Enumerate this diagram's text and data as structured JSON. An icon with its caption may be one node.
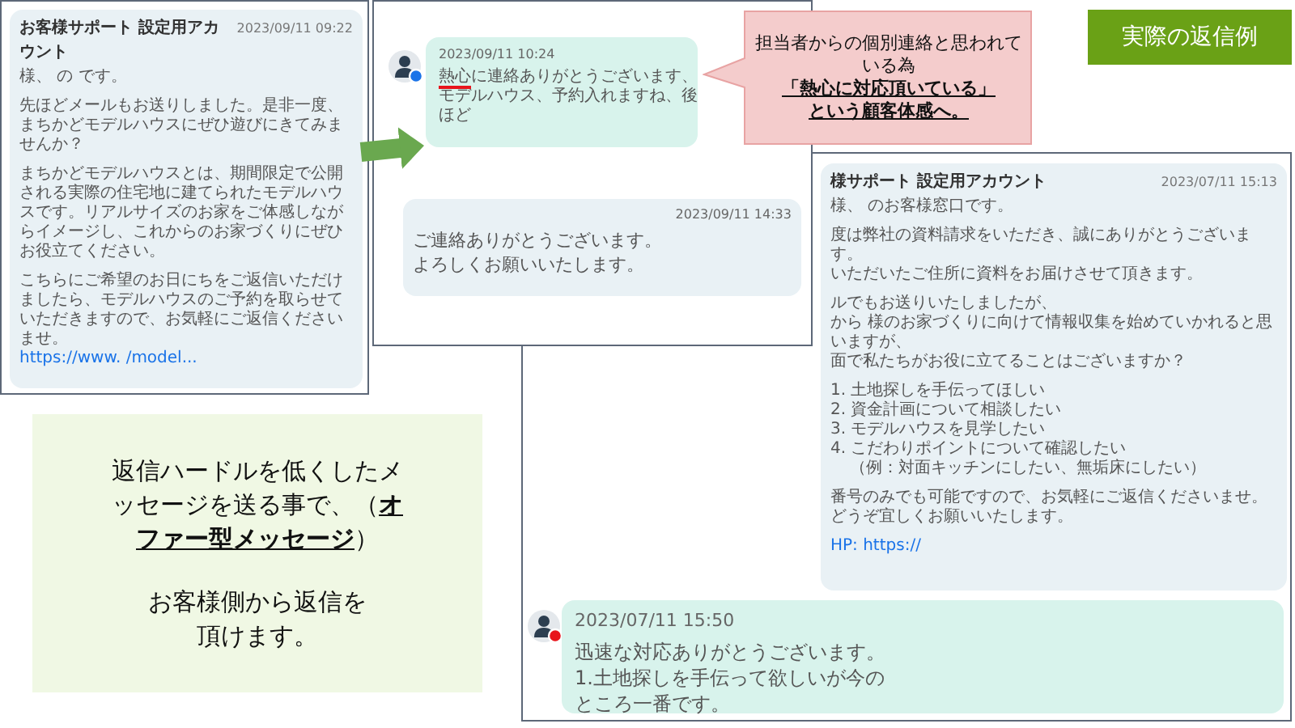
{
  "diagram": {
    "nodes": [
      {
        "text": [],
        "shape": "box"
      },
      {
        "text": [
          "お客様サポート 設定用アカウント",
          "2023/09/11 09:22",
          "様、 の です。",
          "先ほどメールもお送りしました。是非一度、まちかどモデルハウスにぜひ遊びにきてみませんか？",
          "まちかどモデルハウスとは、期間限定で公開される実際の住宅地に建てられたモデルハウスです。リアルサイズのお家をご体感しながらイメージし、これからのお家づくりにぜひお役立てください。",
          "こちらにご希望のお日にちをご返信いただけましたら、モデルハウスのご予約を取らせていただきますので、お気軽にご返信くださいませ。",
          "https://www. /model..."
        ],
        "in": 0
      },
      {
        "text": [],
        "shape": "box"
      },
      {
        "text": [
          "2023/09/11 10:24",
          "熱心に連絡ありがとうございます、モデルハウス、予約入れますね、後ほど"
        ],
        "in": 2
      },
      {
        "text": [
          "2023/09/11 14:33",
          "ご連絡ありがとうございます。よろしくお願いいたします。"
        ],
        "in": 2
      },
      {
        "text": [
          "担当者からの個別連絡と思われている為",
          "「熱心に対応頂いている」という顧客体感へ。"
        ]
      },
      {
        "text": [
          "実際の返信例"
        ]
      },
      {
        "text": [],
        "shape": "box"
      },
      {
        "text": [
          "様サポート 設定用アカウント",
          "2023/07/11 15:13",
          "様、 のお客様窓口です。",
          "度は弊社の資料請求をいただき、誠にありがとうございます。",
          "いただいたご住所に資料をお届けさせて頂きます。",
          "ルでもお送りいたしましたが、",
          "から 様のお家づくりに向けて情報収集を始めていかれると思いますが、",
          "面で私たちがお役に立てることはございますか？",
          "1. 土地探しを手伝ってほしい",
          "2. 資金計画について相談したい",
          "3. モデルハウスを見学したい",
          "4. こだわりポイントについて確認したい",
          "（例：対面キッチンにしたい、無垢床にしたい）",
          "番号のみでも可能ですので、お気軽にご返信くださいませ。",
          "どうぞ宜しくお願いいたします。",
          "HP: https://"
        ],
        "in": 7
      },
      {
        "text": [
          "2023/07/11 15:50",
          "迅速な対応ありがとうございます。1.土地探しを手伝って欲しいが今のところ一番です。"
        ],
        "in": 7
      },
      {
        "text": [
          "返信ハードルを低くしたメッセージを送る事で、（**オファー型メッセージ**）",
          "お客様側から返信を頂けます。"
        ]
      }
    ],
    "edges": [
      {
        "from": 1,
        "to": 3,
        "arrow": "to"
      }
    ]
  }
}
